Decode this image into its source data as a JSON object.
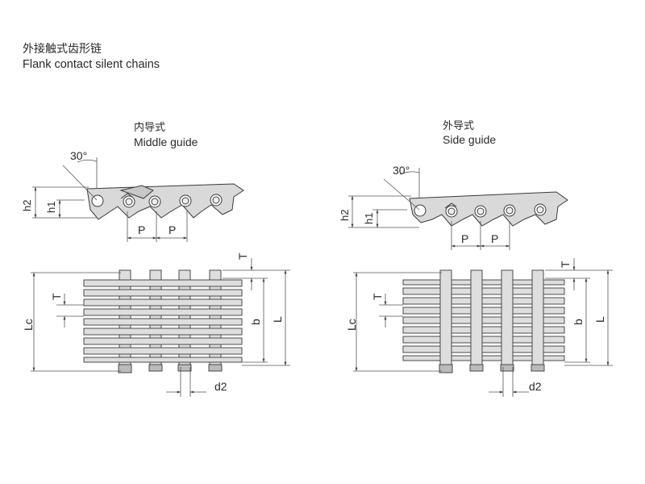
{
  "title": {
    "zh": "外接触式齿形链",
    "en": "Flank contact silent chains"
  },
  "views": [
    {
      "zh": "内导式",
      "en": "Middle guide"
    },
    {
      "zh": "外导式",
      "en": "Side guide"
    }
  ],
  "dims": {
    "angle": "30°",
    "h1": "h1",
    "h2": "h2",
    "P": "P",
    "T": "T",
    "b": "b",
    "L": "L",
    "Lc": "Lc",
    "d2": "d2"
  },
  "colors": {
    "stroke": "#3a3a3a",
    "fill": "#d9d9d9",
    "dim": "#555555"
  }
}
